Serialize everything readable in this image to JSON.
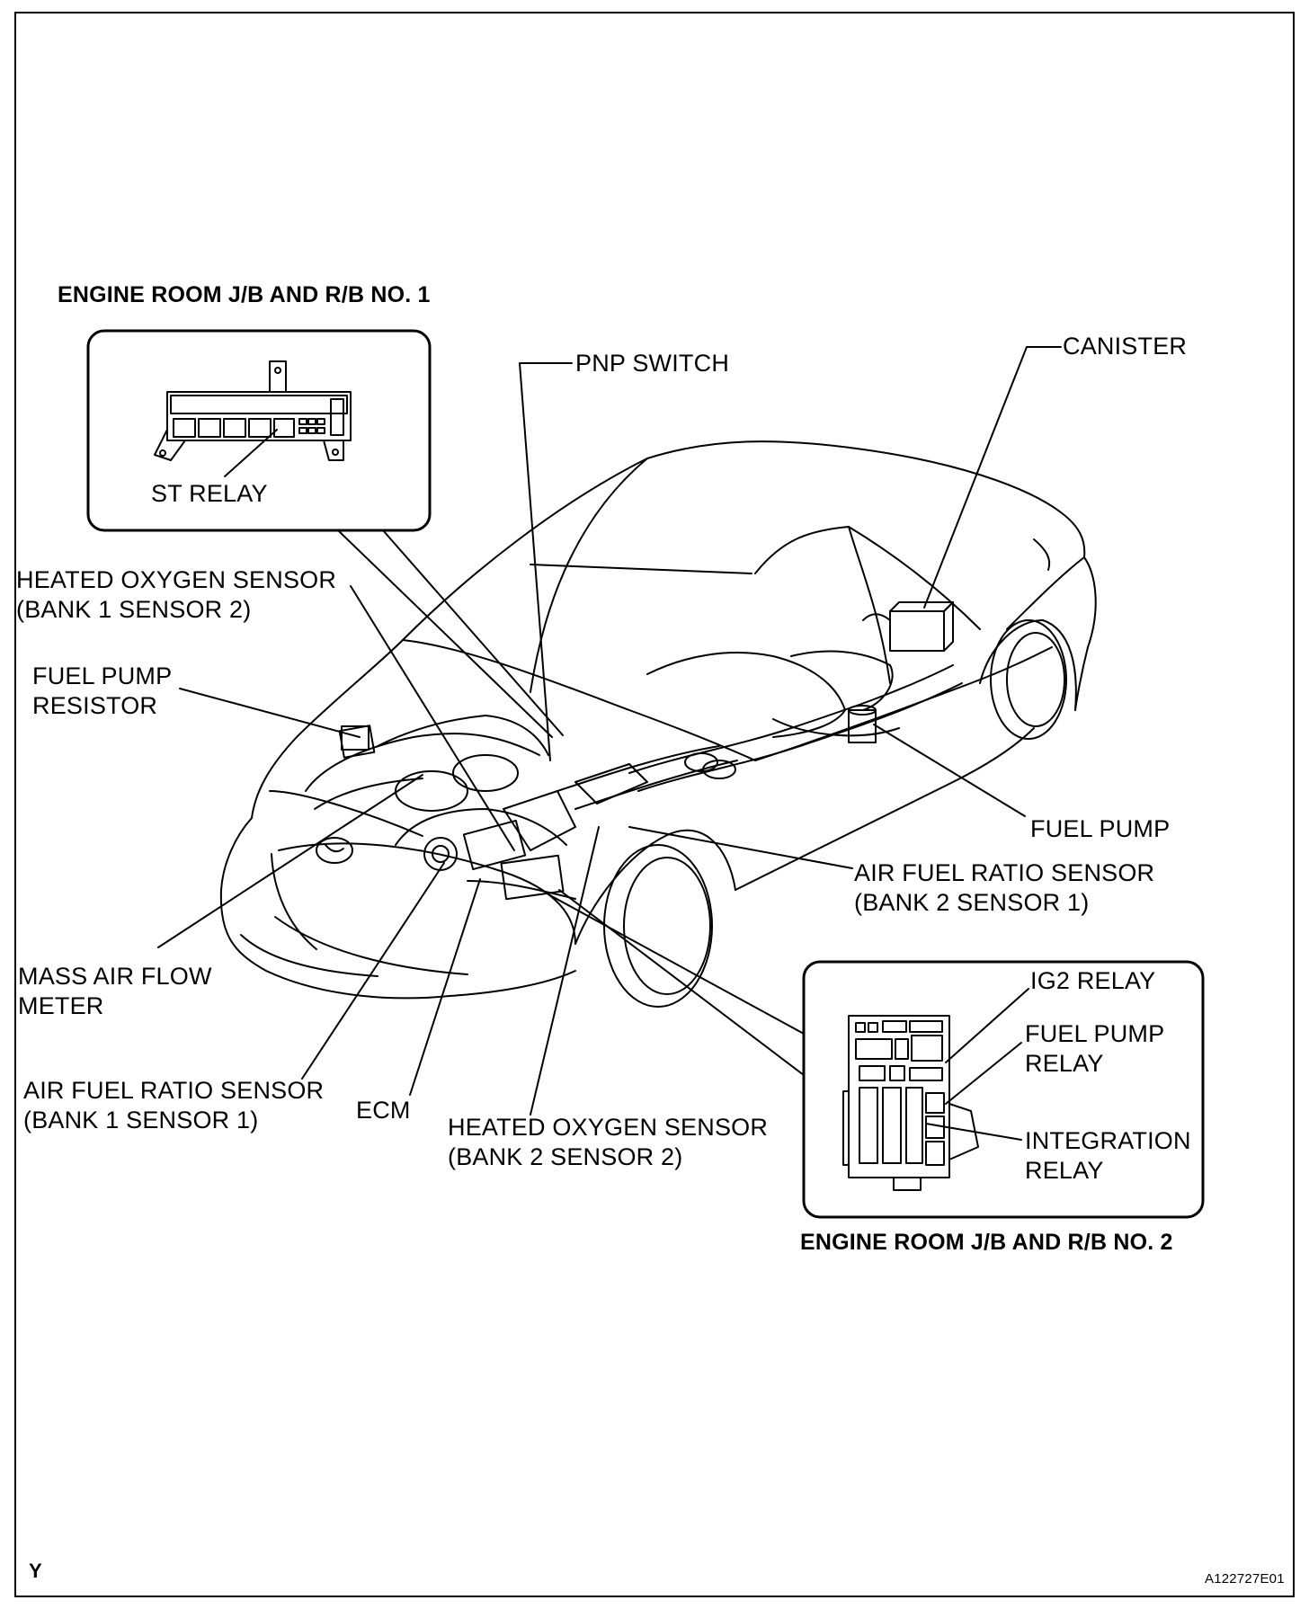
{
  "inset_1": {
    "title": "ENGINE ROOM J/B AND R/B NO. 1",
    "relay": "ST RELAY"
  },
  "inset_2": {
    "title": "ENGINE ROOM J/B AND R/B NO. 2",
    "ig2_relay": "IG2 RELAY",
    "fuel_pump_relay": [
      "FUEL PUMP",
      "RELAY"
    ],
    "integration_relay": [
      "INTEGRATION",
      "RELAY"
    ]
  },
  "callouts": {
    "pnp_switch": "PNP SWITCH",
    "canister": "CANISTER",
    "ho2_bank1_sensor2": [
      "HEATED OXYGEN SENSOR",
      "(BANK 1 SENSOR 2)"
    ],
    "fuel_pump_resistor": [
      "FUEL PUMP",
      "RESISTOR"
    ],
    "fuel_pump": "FUEL PUMP",
    "af_bank2_sensor1": [
      "AIR FUEL RATIO SENSOR",
      "(BANK 2 SENSOR 1)"
    ],
    "mass_air_flow_meter": [
      "MASS AIR FLOW",
      "METER"
    ],
    "af_bank1_sensor1": [
      "AIR FUEL RATIO SENSOR",
      "(BANK 1 SENSOR 1)"
    ],
    "ecm": "ECM",
    "ho2_bank2_sensor2": [
      "HEATED OXYGEN SENSOR",
      "(BANK 2 SENSOR 2)"
    ]
  },
  "footer": {
    "corner_letter": "Y",
    "figure_id": "A122727E01"
  }
}
